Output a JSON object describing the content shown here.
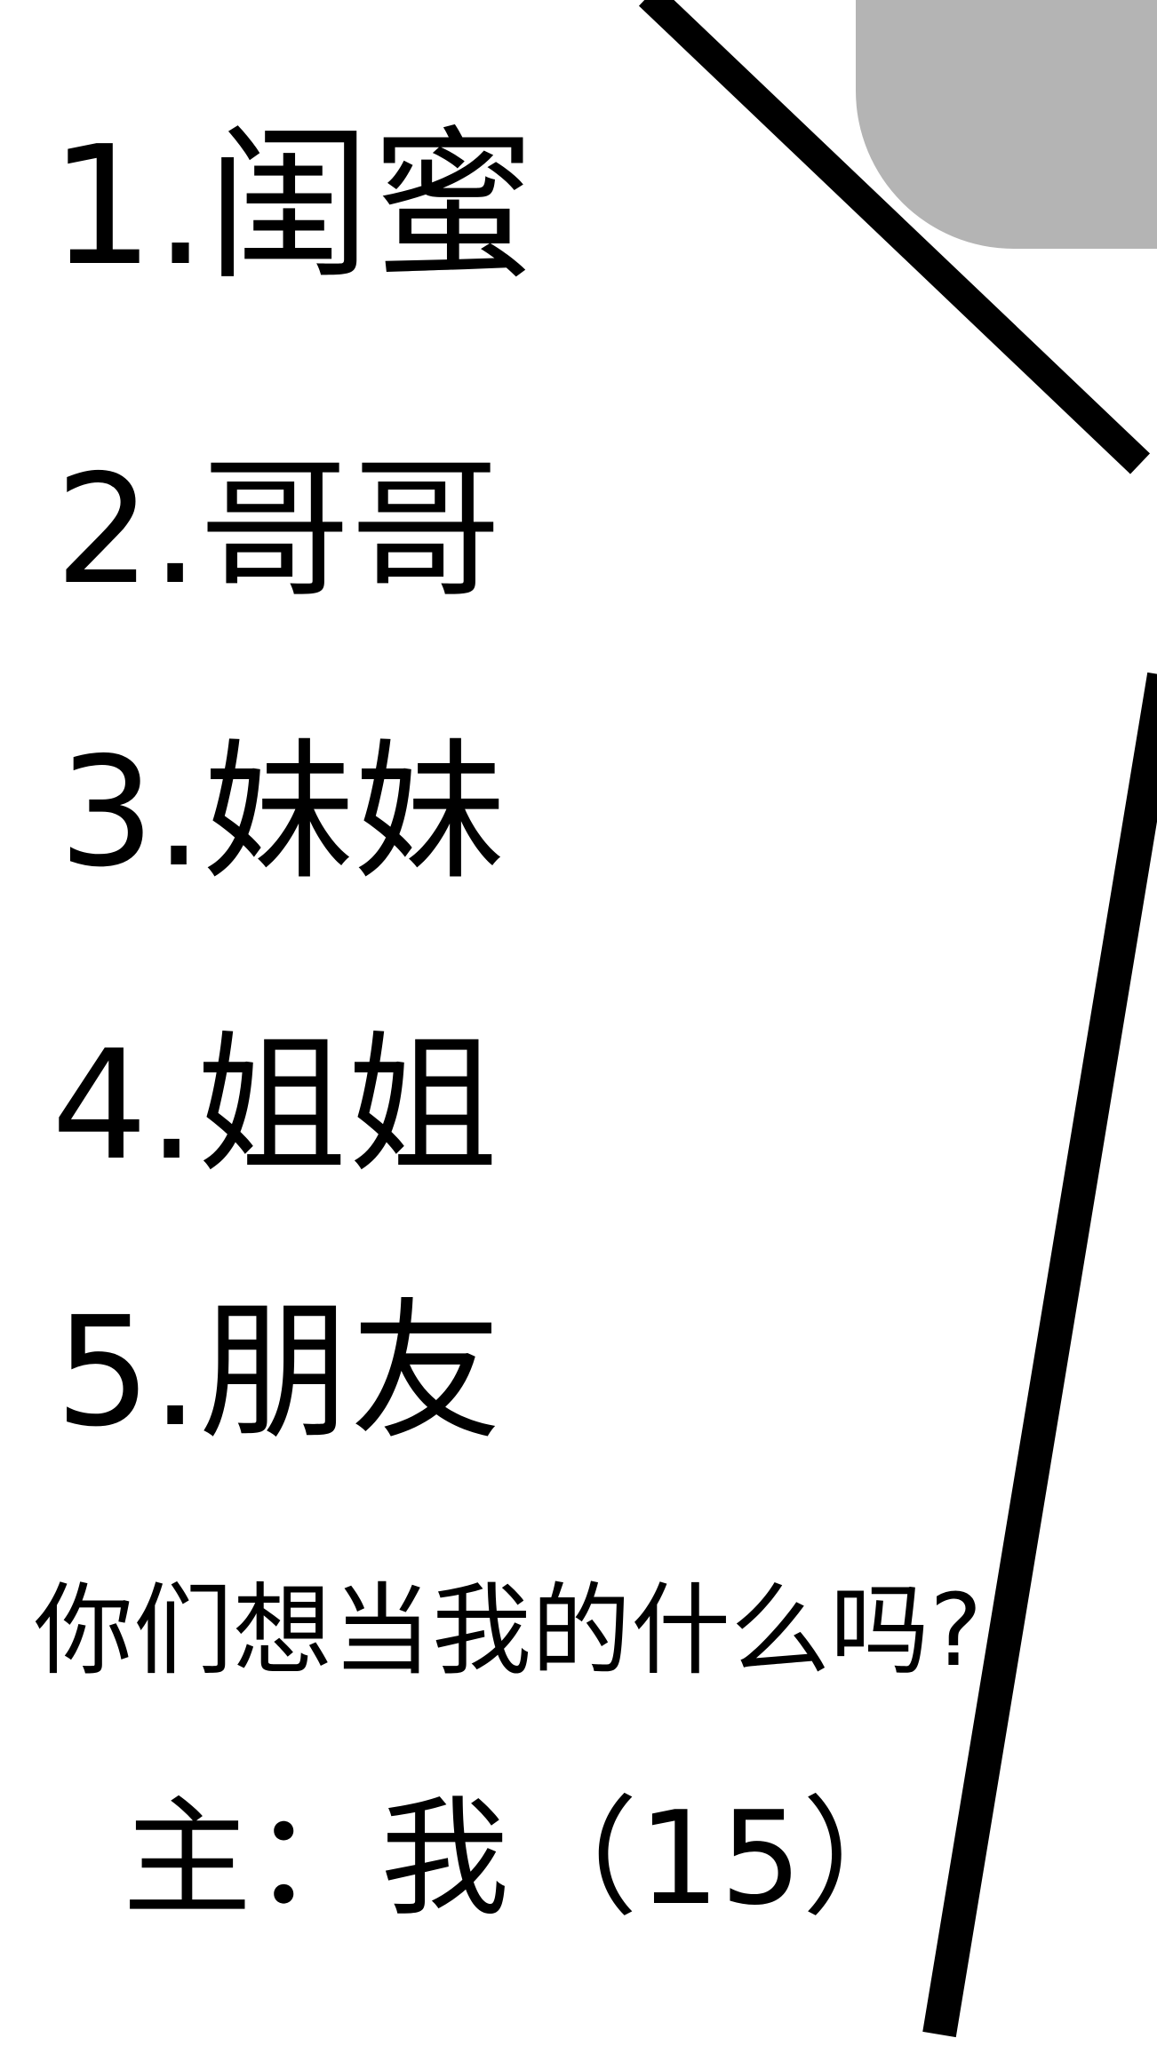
{
  "items": [
    "1.闺蜜",
    "2.哥哥",
    "3.妹妹",
    "4.姐姐",
    "5.朋友"
  ],
  "question": "你们想当我的什么吗?",
  "owner": "主：我（15）",
  "colors": {
    "shape": "#b4b4b4",
    "line": "#000000"
  }
}
